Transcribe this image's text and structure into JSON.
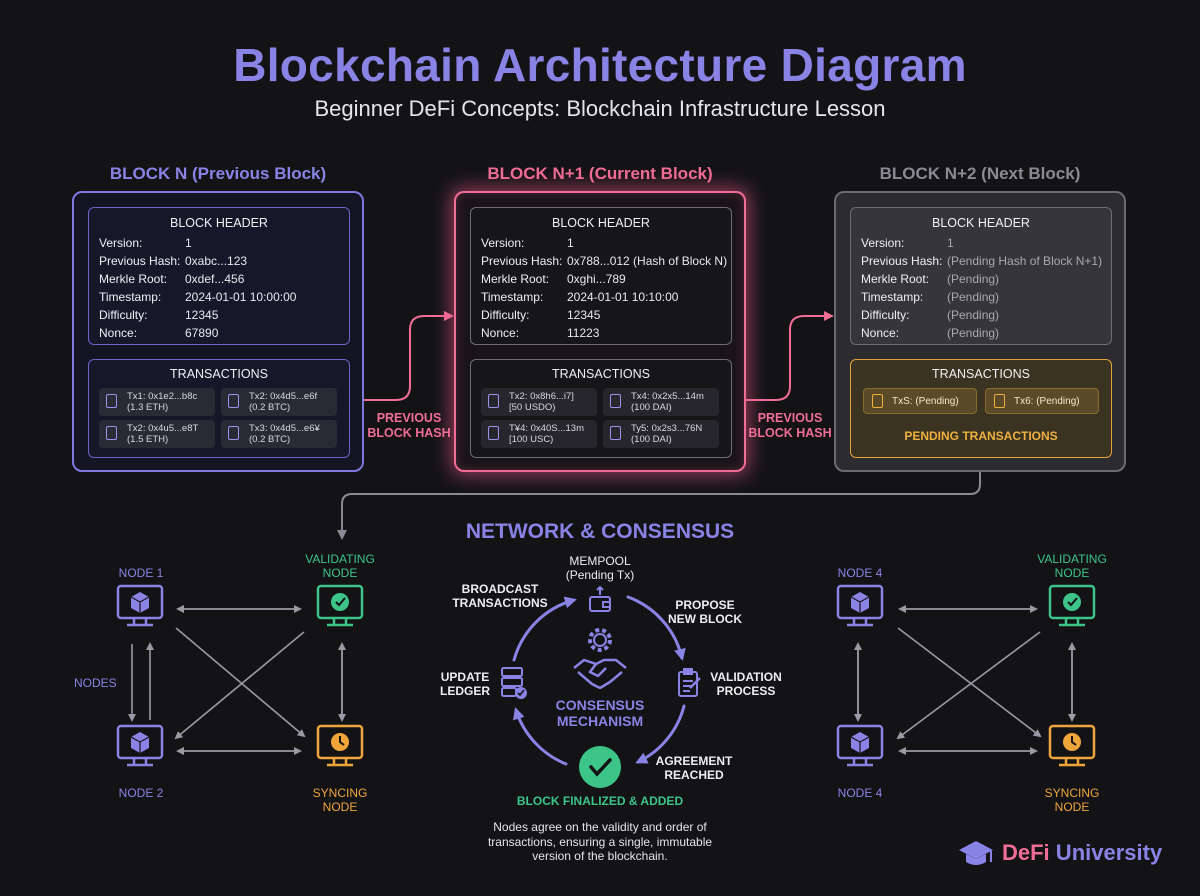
{
  "title": "Blockchain Architecture Diagram",
  "subtitle": "Beginner DeFi Concepts: Blockchain Infrastructure Lesson",
  "header_labels": [
    "Version:",
    "Previous Hash:",
    "Merkle Root:",
    "Timestamp:",
    "Difficulty:",
    "Nonce:"
  ],
  "blocks": [
    {
      "label": "BLOCK N (Previous Block)",
      "header_title": "BLOCK HEADER",
      "values": [
        "1",
        "0xabc...123",
        "0xdef...456",
        "2024-01-01 10:00:00",
        "12345",
        "67890"
      ],
      "tx_title": "TRANSACTIONS",
      "txs": [
        {
          "l1": "Tx1: 0x1e2...b8c",
          "l2": "(1.3 ETH)"
        },
        {
          "l1": "Tx2: 0x4d5...e6f",
          "l2": "(0.2 BTC)"
        },
        {
          "l1": "Tx2: 0x4u5...e8T",
          "l2": "(1.5 ETH)"
        },
        {
          "l1": "Tx3: 0x4d5...e6¥",
          "l2": "(0.2 BTC)"
        }
      ]
    },
    {
      "label": "BLOCK N+1 (Current Block)",
      "header_title": "BLOCK HEADER",
      "values": [
        "1",
        "0x788...012 (Hash of Block N)",
        "0xghi...789",
        "2024-01-01 10:10:00",
        "12345",
        "11223"
      ],
      "tx_title": "TRANSACTIONS",
      "txs": [
        {
          "l1": "Tx2: 0x8h6...i7]",
          "l2": "[50 USDO)"
        },
        {
          "l1": "Tx4: 0x2x5...14m",
          "l2": "(100 DAI)"
        },
        {
          "l1": "T¥4: 0x40S...13m",
          "l2": "[100 USC)"
        },
        {
          "l1": "Ty5: 0x2s3...76N",
          "l2": "(100 DAI)"
        }
      ]
    },
    {
      "label": "BLOCK N+2 (Next Block)",
      "header_title": "BLOCK HEADER",
      "values": [
        "1",
        "(Pending Hash of Block N+1)",
        "(Pending)",
        "(Pending)",
        "(Pending)",
        "(Pending)"
      ],
      "tx_title": "TRANSACTIONS",
      "txs": [
        {
          "l1": "TxS: (Pending)"
        },
        {
          "l1": "Tx6: (Pending)"
        }
      ],
      "pending_label": "PENDING TRANSACTIONS"
    }
  ],
  "arrow_labels": [
    {
      "l1": "PREVIOUS",
      "l2": "BLOCK HASH"
    },
    {
      "l1": "PREVIOUS",
      "l2": "BLOCK HASH"
    }
  ],
  "network": {
    "title": "NETWORK & CONSENSUS",
    "left": {
      "node1": "NODE 1",
      "validating": [
        "VALIDATING",
        "NODE"
      ],
      "nodes": "NODES",
      "node2": "NODE 2",
      "syncing": [
        "SYNCING",
        "NODE"
      ]
    },
    "right": {
      "node_top": "NODE 4",
      "validating": [
        "VALIDATING",
        "NODE"
      ],
      "node_bottom": "NODE 4",
      "syncing": [
        "SYNCING",
        "NODE"
      ]
    },
    "cycle": {
      "mempool": [
        "MEMPOOL",
        "(Pending Tx)"
      ],
      "broadcast": [
        "BROADCAST",
        "TRANSACTIONS"
      ],
      "propose": [
        "PROPOSE",
        "NEW BLOCK"
      ],
      "validation": [
        "VALIDATION",
        "PROCESS"
      ],
      "agreement": [
        "AGREEMENT",
        "REACHED"
      ],
      "update": [
        "UPDATE",
        "LEDGER"
      ],
      "consensus": [
        "CONSENSUS",
        "MECHANISM"
      ],
      "finalized": "BLOCK FINALIZED & ADDED"
    },
    "note": [
      "Nodes agree on the validity and order of",
      "transactions, ensuring a single, immutable",
      "version of the blockchain."
    ]
  },
  "brand": {
    "part1": "DeFi",
    "part2": " University"
  },
  "colors": {
    "lavender": "#8a83e6",
    "pink": "#f06d96",
    "green": "#3cc489",
    "orange": "#f0a53a",
    "background": "#131316"
  }
}
